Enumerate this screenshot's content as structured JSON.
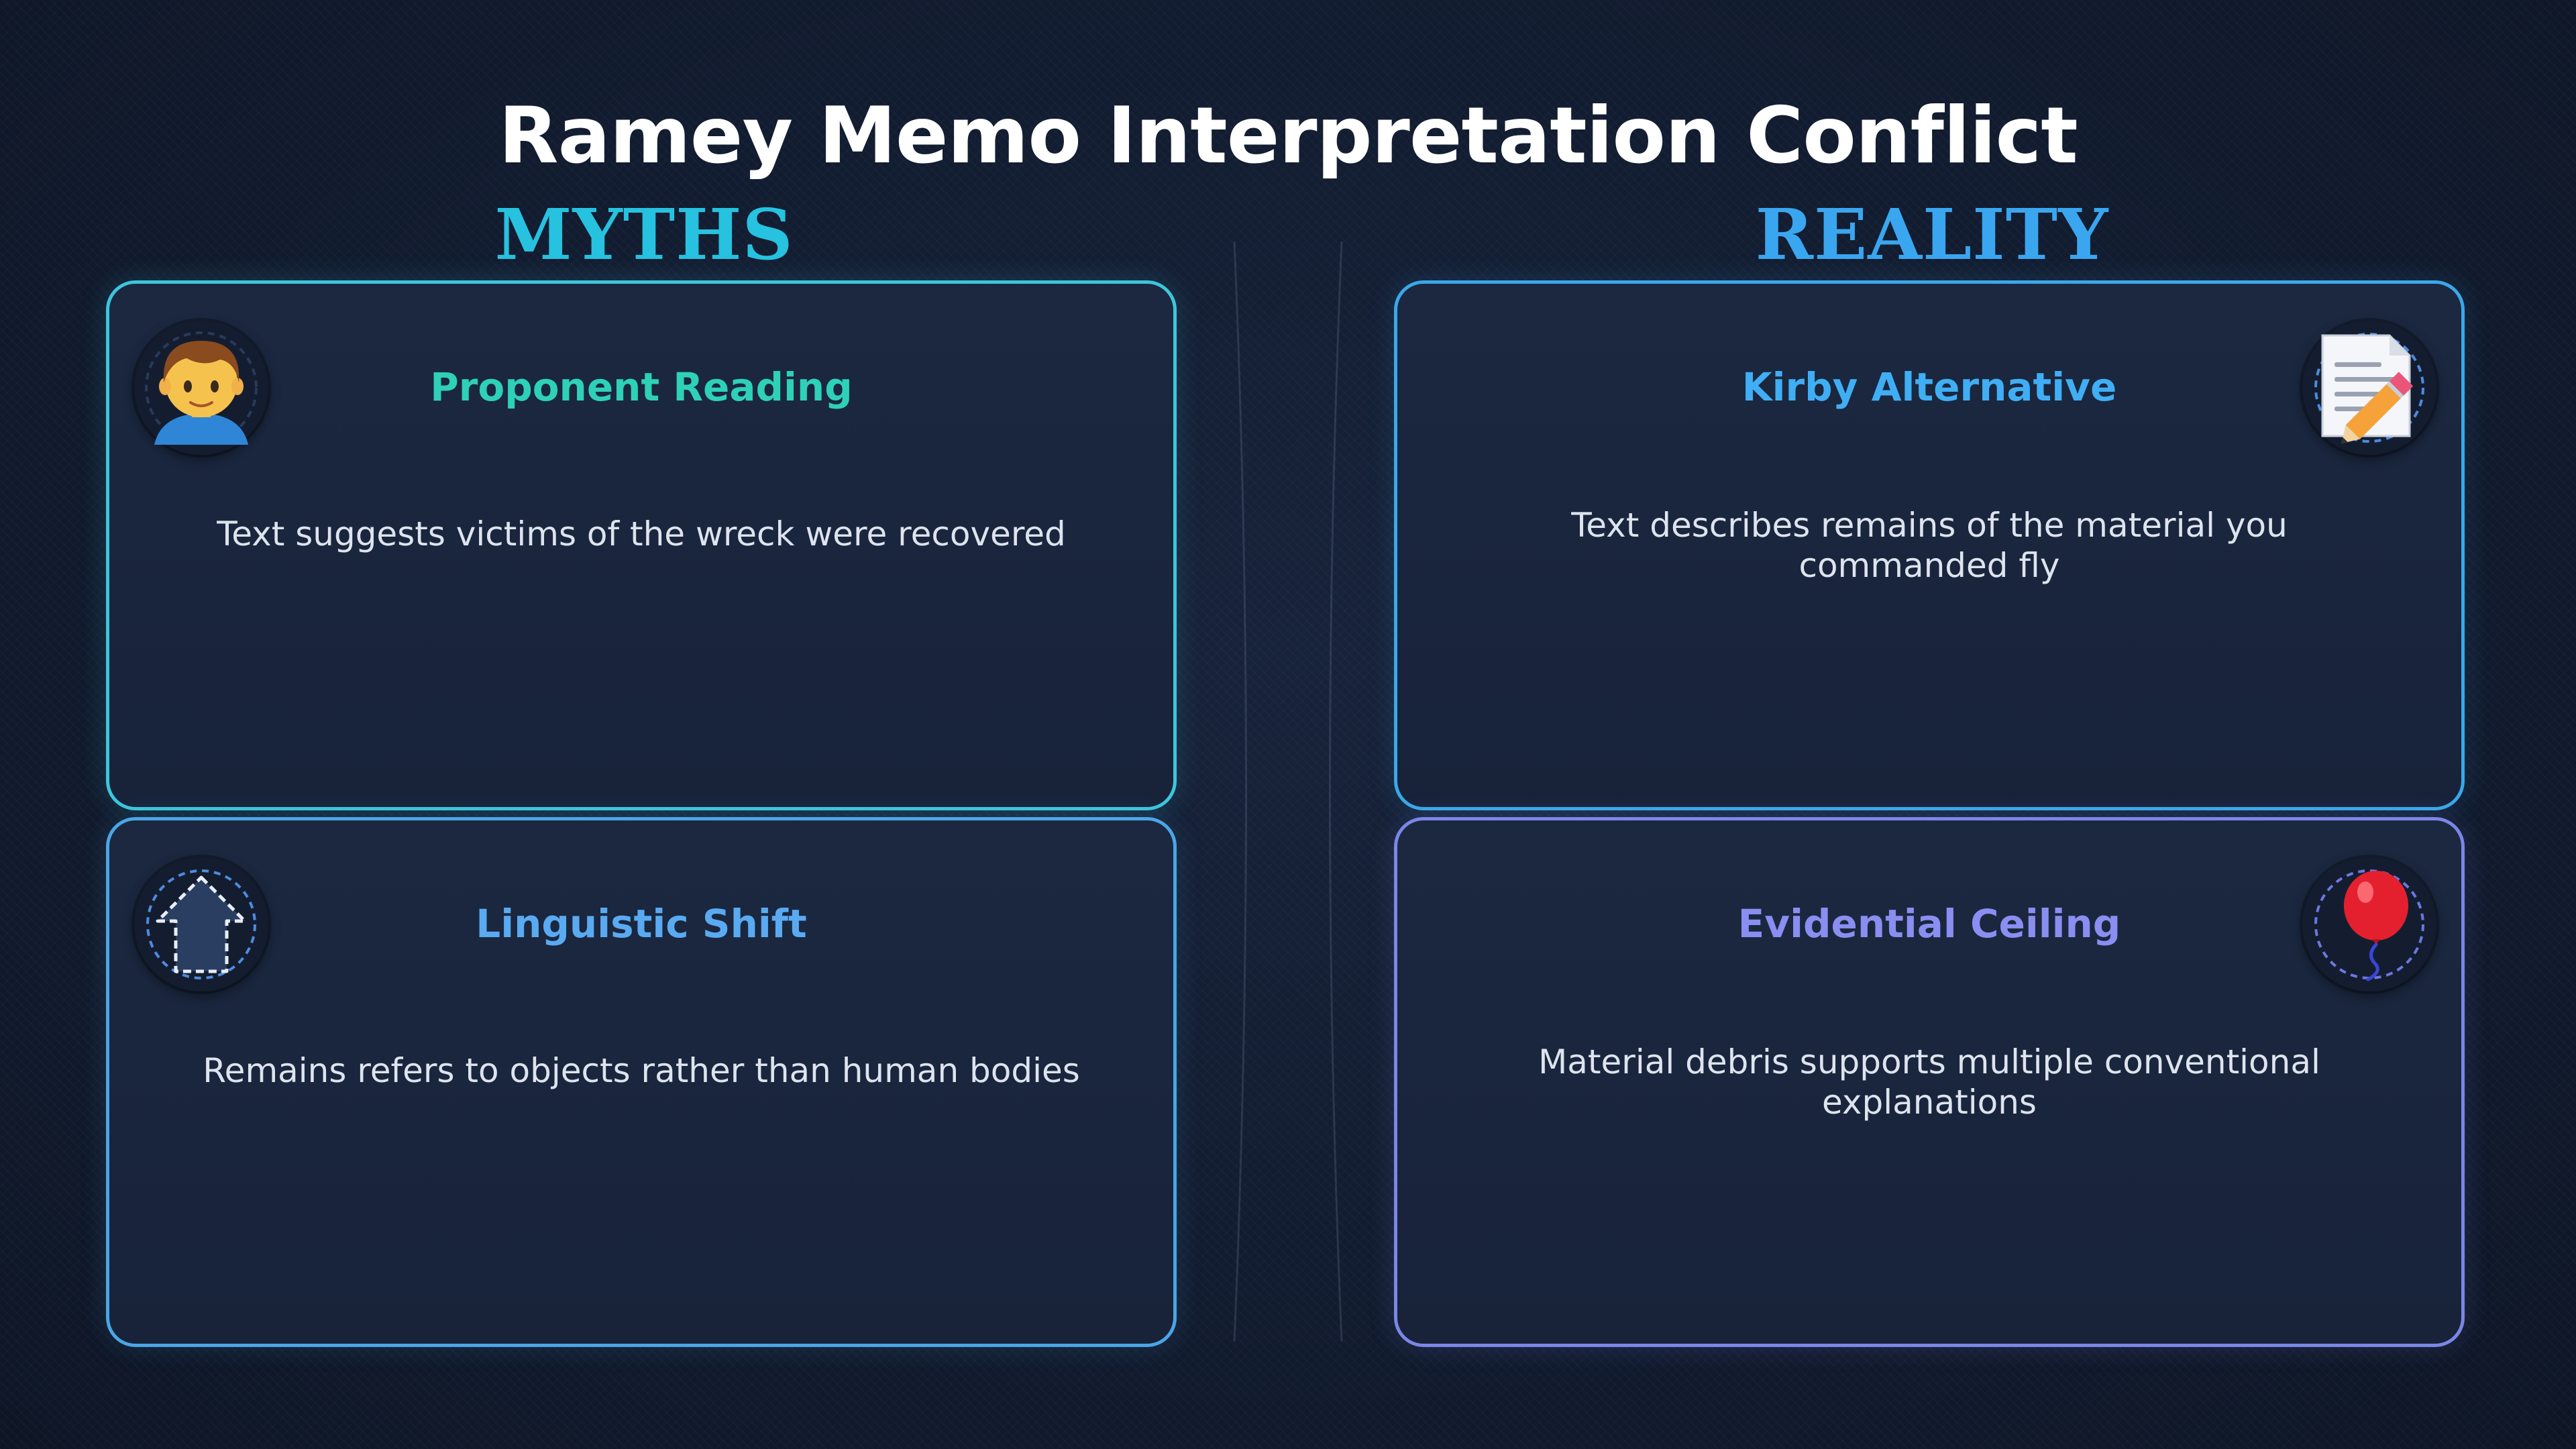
{
  "title": "Ramey Memo Interpretation Conflict",
  "columns": {
    "left_header": "MYTHS",
    "right_header": "REALITY"
  },
  "cards": [
    {
      "title": "Proponent Reading",
      "description": "Text suggests victims of the wreck were recovered",
      "icon": "person-icon",
      "accent": "#3cc6dc"
    },
    {
      "title": "Linguistic Shift",
      "description": "Remains refers to objects rather than human bodies",
      "icon": "up-arrow-icon",
      "accent": "#4aa6e6"
    },
    {
      "title": "Kirby Alternative",
      "description": "Text describes remains of the material you commanded fly",
      "icon": "memo-pencil-icon",
      "accent": "#3aa8ea"
    },
    {
      "title": "Evidential Ceiling",
      "description": "Material debris supports multiple conventional explanations",
      "icon": "balloon-icon",
      "accent": "#7b86e8"
    }
  ]
}
